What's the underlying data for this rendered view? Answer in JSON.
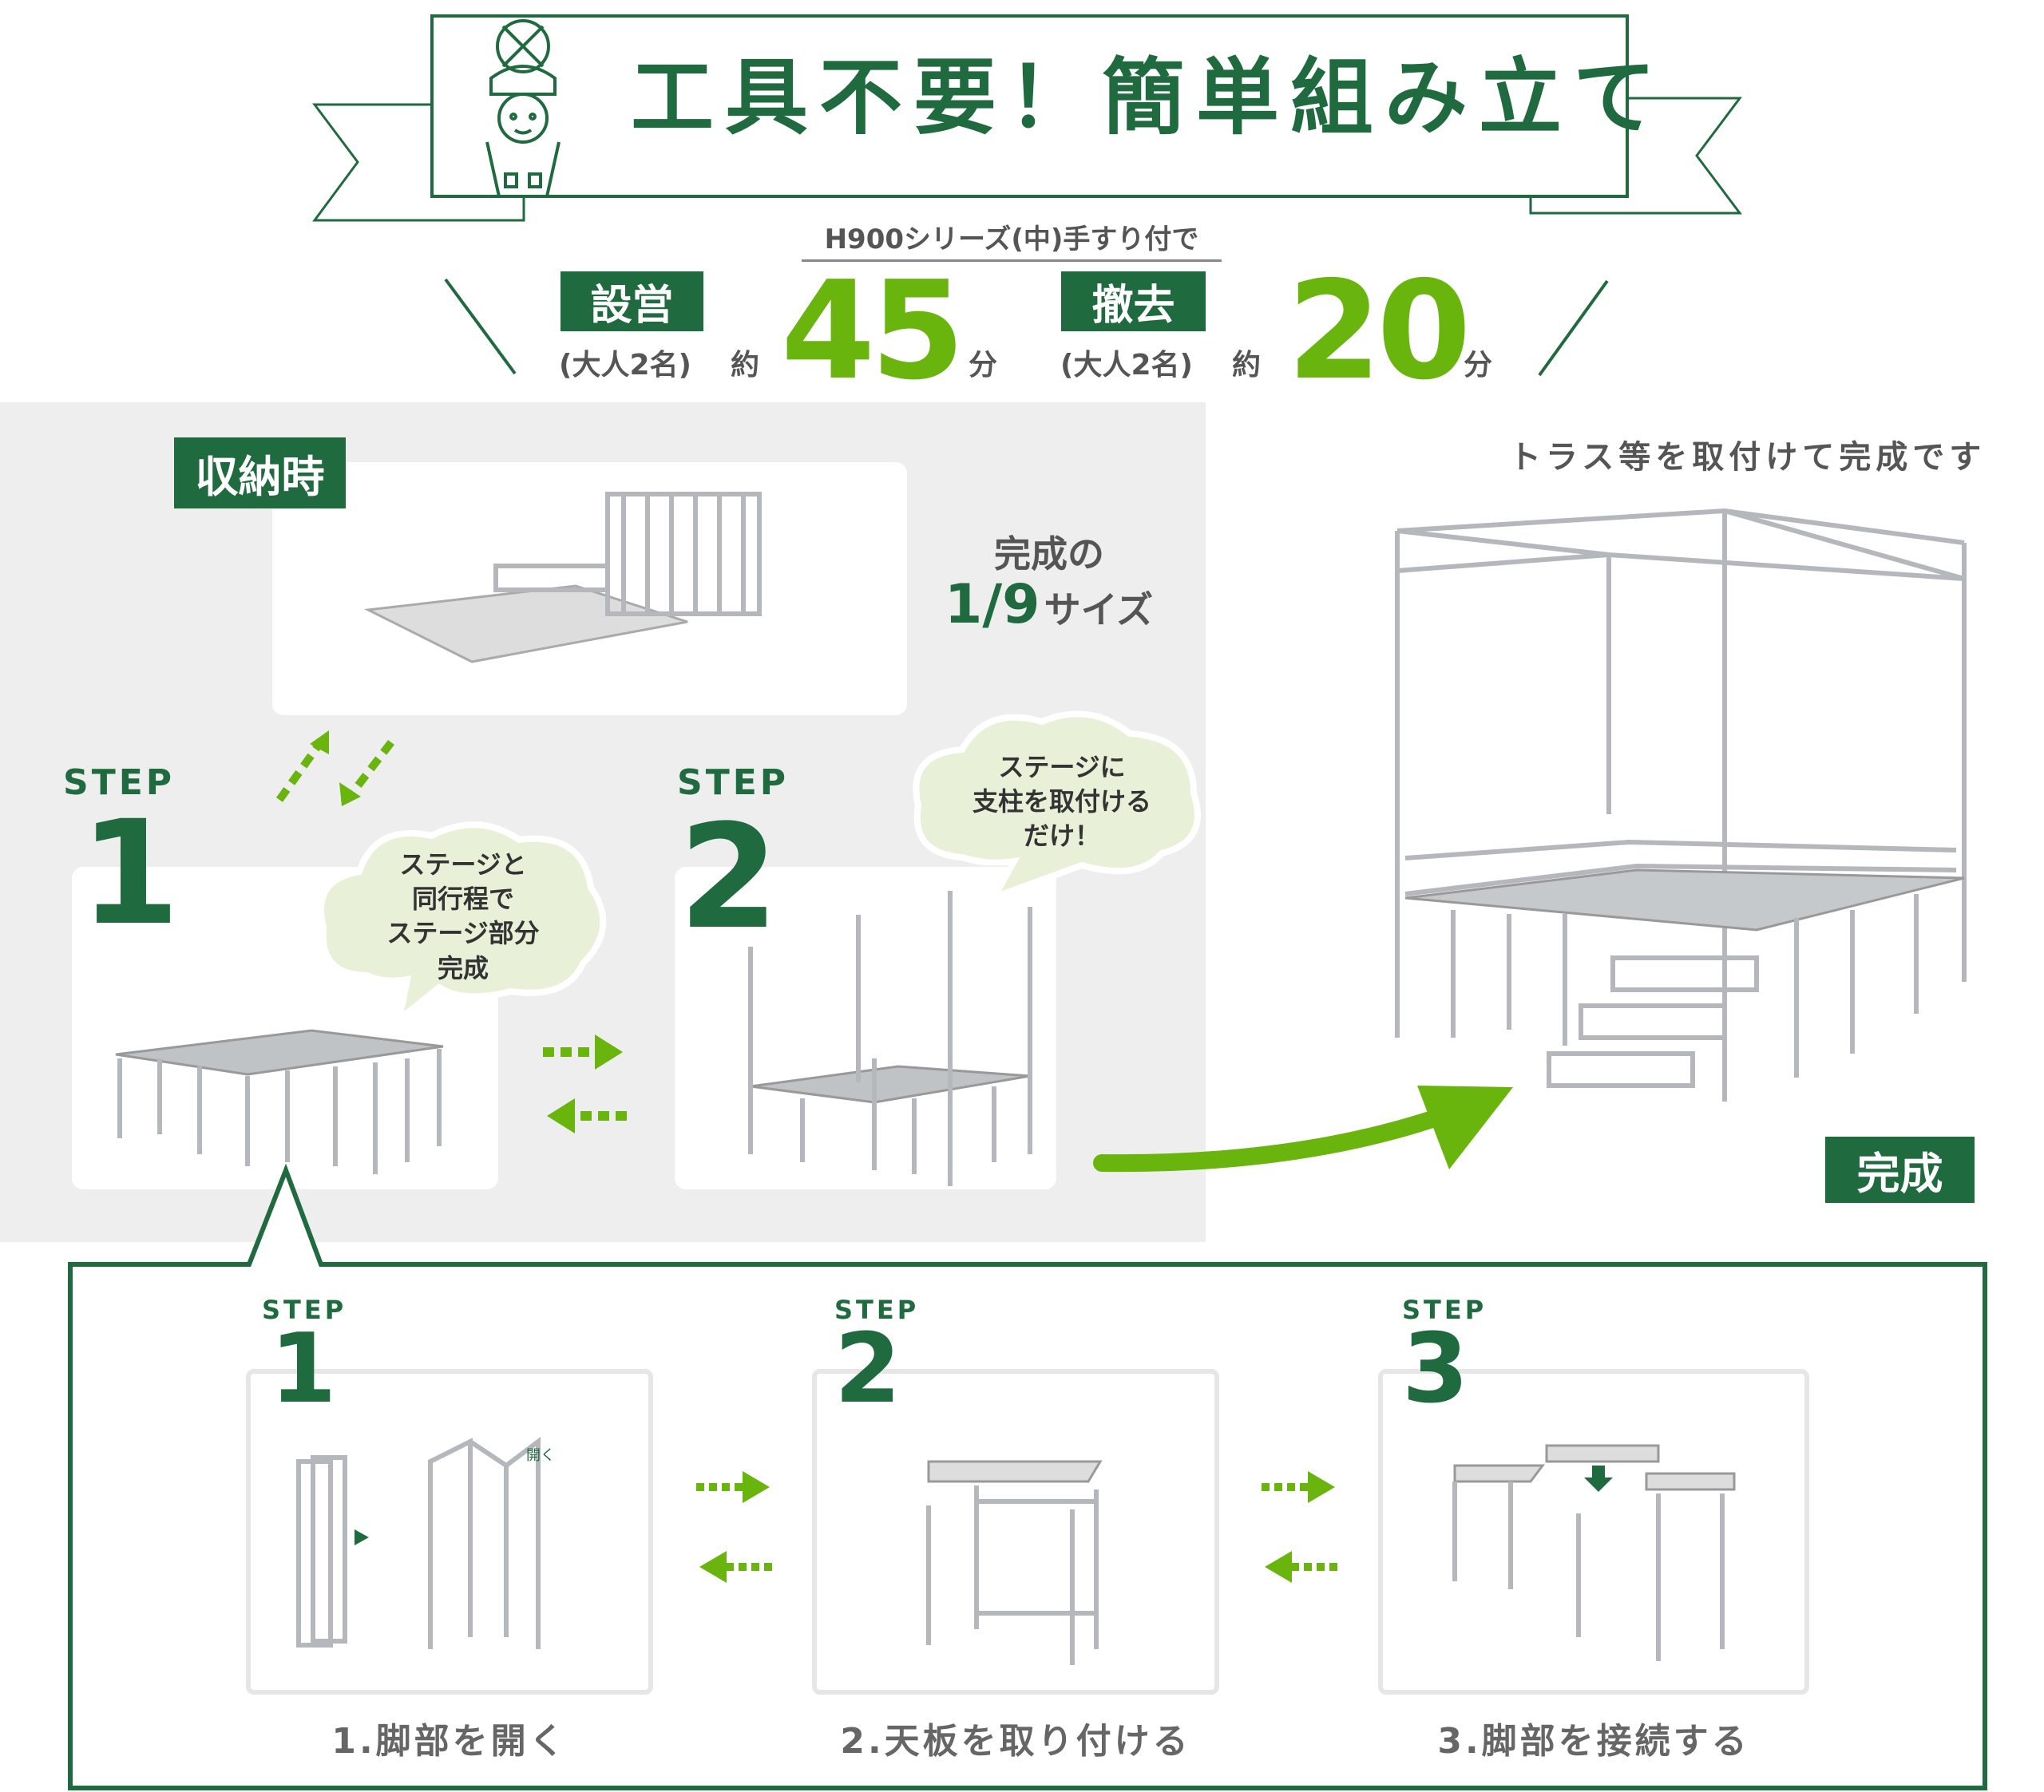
{
  "header": {
    "title": "工具不要！簡単組み立て",
    "subtitle": "H900シリーズ(中)手すり付で"
  },
  "times": [
    {
      "label": "設営",
      "note": "(大人2名)",
      "approx": "約",
      "value": "45",
      "unit": "分"
    },
    {
      "label": "撤去",
      "note": "(大人2名)",
      "approx": "約",
      "value": "20",
      "unit": "分"
    }
  ],
  "storage": {
    "label": "収納時",
    "size_line1": "完成の",
    "size_ratio": "1/9",
    "size_suffix": "サイズ"
  },
  "steps": [
    {
      "step": "STEP",
      "num": "1",
      "bubble": [
        "ステージと",
        "同行程で",
        "ステージ部分",
        "完成"
      ]
    },
    {
      "step": "STEP",
      "num": "2",
      "bubble": [
        "ステージに",
        "支柱を取付ける",
        "だけ！"
      ]
    }
  ],
  "complete": {
    "note": "トラス等を取付けて完成です",
    "label": "完成"
  },
  "detail_steps": [
    {
      "step": "STEP",
      "num": "1",
      "caption": "1.脚部を開く",
      "tag": "開く"
    },
    {
      "step": "STEP",
      "num": "2",
      "caption": "2.天板を取り付ける"
    },
    {
      "step": "STEP",
      "num": "3",
      "caption": "3.脚部を接続する"
    }
  ],
  "colors": {
    "dark_green": "#1f6b3f",
    "light_green": "#6ab40e",
    "panel": "#eeeeee",
    "cloud": "#e8f0d8"
  }
}
